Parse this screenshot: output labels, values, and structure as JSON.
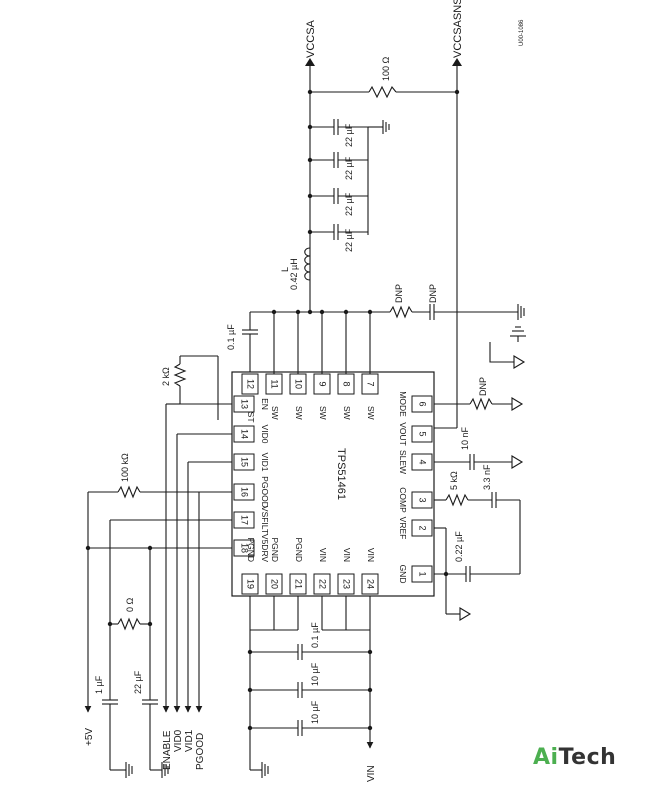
{
  "figure_id": "U00-1086",
  "chip": {
    "name": "TPS51461",
    "pins": [
      {
        "n": "1",
        "label": "GND"
      },
      {
        "n": "2",
        "label": "VREF"
      },
      {
        "n": "3",
        "label": "COMP"
      },
      {
        "n": "4",
        "label": "SLEW"
      },
      {
        "n": "5",
        "label": "VOUT"
      },
      {
        "n": "6",
        "label": "MODE"
      },
      {
        "n": "7",
        "label": "SW"
      },
      {
        "n": "8",
        "label": "SW"
      },
      {
        "n": "9",
        "label": "SW"
      },
      {
        "n": "10",
        "label": "SW"
      },
      {
        "n": "11",
        "label": "SW"
      },
      {
        "n": "12",
        "label": "BST"
      },
      {
        "n": "13",
        "label": "EN"
      },
      {
        "n": "14",
        "label": "VID0"
      },
      {
        "n": "15",
        "label": "VID1"
      },
      {
        "n": "16",
        "label": "PGOOD"
      },
      {
        "n": "17",
        "label": "VSFILT"
      },
      {
        "n": "18",
        "label": "V5DRV"
      },
      {
        "n": "19",
        "label": "PGND"
      },
      {
        "n": "20",
        "label": "PGND"
      },
      {
        "n": "21",
        "label": "PGND"
      },
      {
        "n": "22",
        "label": "VIN"
      },
      {
        "n": "23",
        "label": "VIN"
      },
      {
        "n": "24",
        "label": "VIN"
      }
    ]
  },
  "nets": {
    "vccsa": "VCCSA",
    "vccsasns": "VCCSASNS",
    "vin": "VIN",
    "v5": "+5V",
    "enable": "ENABLE",
    "vid0": "VID0",
    "vid1": "VID1",
    "pgood": "PGOOD"
  },
  "components": {
    "r_sense": "100 Ω",
    "c_out": "22 µF",
    "inductor_ref": "L",
    "inductor_val": "0.42 µH",
    "c_bst": "0.1 µF",
    "dnp": "DNP",
    "r_en": "2 kΩ",
    "r_pg": "100 kΩ",
    "r_0": "0 Ω",
    "c_1u": "1 µF",
    "c_22u": "22 µF",
    "c_in_small": "0.1 µF",
    "c_in_big": "10 µF",
    "c_slew": "10 nF",
    "r_comp": "5 kΩ",
    "c_comp": "3.3 nF",
    "c_vref": "0.22 µF"
  },
  "brand": {
    "prefix": "Ai",
    "suffix": "Tech"
  }
}
